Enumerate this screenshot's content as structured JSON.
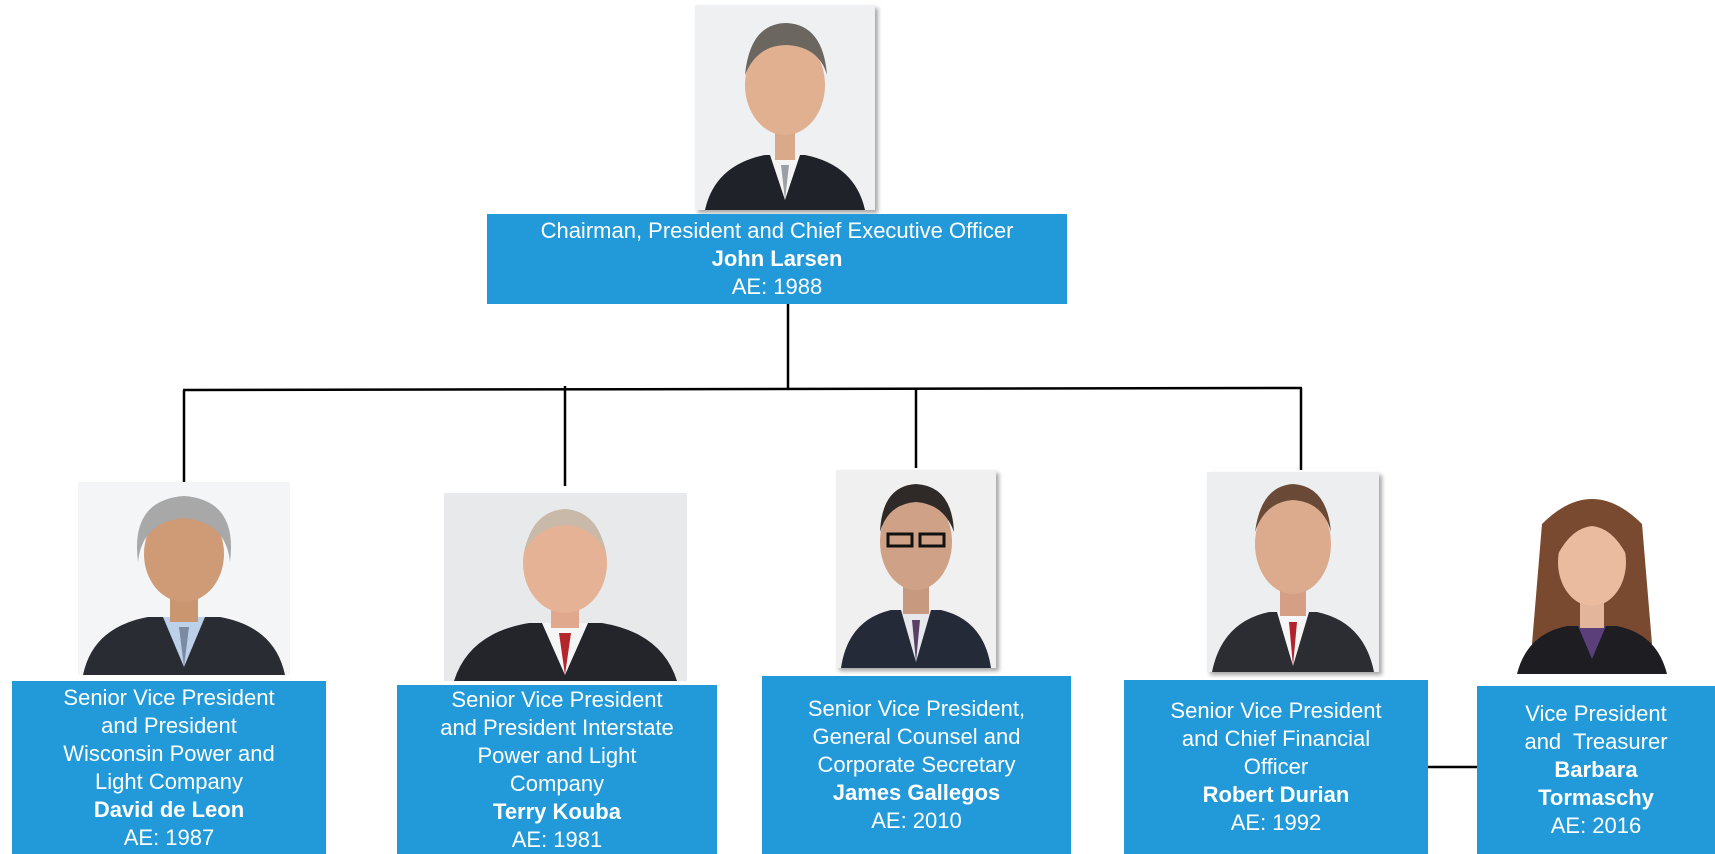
{
  "colors": {
    "box_fill": "#2299d8",
    "box_text": "#ffffff",
    "connector": "#000000",
    "background": "#ffffff"
  },
  "ceo": {
    "title_lines": [
      "Chairman, President and Chief Executive Officer"
    ],
    "name_lines": [
      "John Larsen"
    ],
    "ae": "AE: 1988",
    "photo_icon": "portrait-photo"
  },
  "reports": [
    {
      "key": "deleon",
      "title_lines": [
        "Senior Vice President",
        "and President",
        "Wisconsin Power and",
        "Light Company"
      ],
      "name_lines": [
        "David de Leon"
      ],
      "ae": "AE: 1987",
      "photo_icon": "portrait-photo"
    },
    {
      "key": "kouba",
      "title_lines": [
        "Senior Vice President",
        "and President Interstate",
        "Power and Light",
        "Company"
      ],
      "name_lines": [
        "Terry Kouba"
      ],
      "ae": "AE: 1981",
      "photo_icon": "portrait-photo"
    },
    {
      "key": "gallegos",
      "title_lines": [
        "Senior Vice President,",
        "General Counsel and",
        "Corporate Secretary"
      ],
      "name_lines": [
        "James Gallegos"
      ],
      "ae": "AE: 2010",
      "photo_icon": "portrait-photo"
    },
    {
      "key": "durian",
      "title_lines": [
        "Senior Vice President",
        "and Chief Financial",
        "Officer"
      ],
      "name_lines": [
        "Robert Durian"
      ],
      "ae": "AE: 1992",
      "photo_icon": "portrait-photo"
    },
    {
      "key": "tormaschy",
      "title_lines": [
        "Vice President",
        "and  Treasurer"
      ],
      "name_lines": [
        "Barbara",
        "Tormaschy"
      ],
      "ae": "AE: 2016",
      "photo_icon": "portrait-photo"
    }
  ]
}
